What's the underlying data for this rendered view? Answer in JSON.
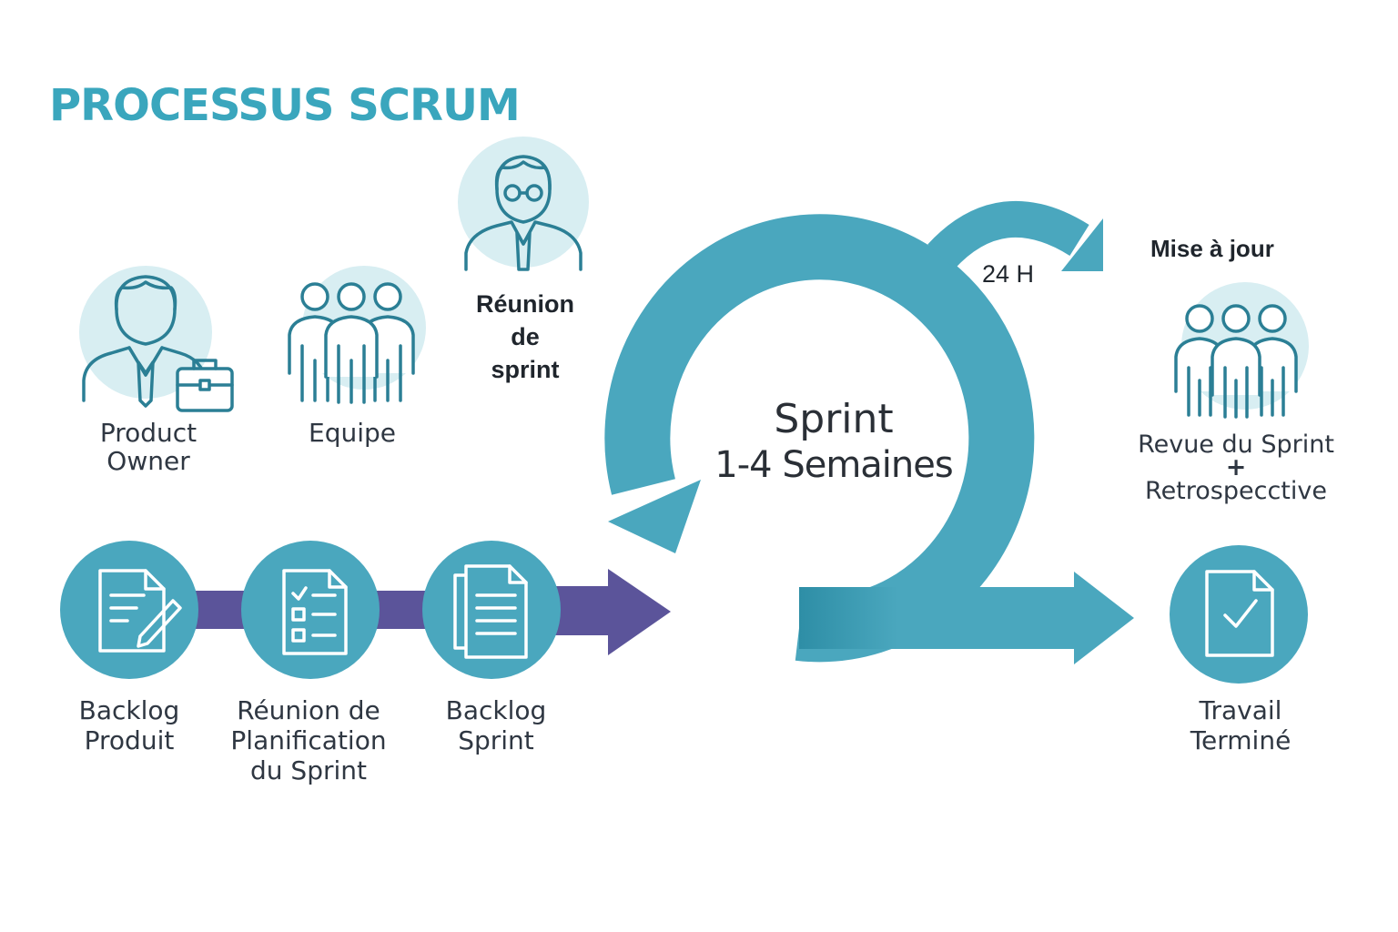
{
  "title": "PROCESSUS SCRUM",
  "roles": {
    "product_owner": "Product\nOwner",
    "team": "Equipe"
  },
  "daily_meeting": {
    "label": "Réunion\nde\nsprint",
    "interval": "24 H"
  },
  "update_label": "Mise à jour",
  "sprint": {
    "line1": "Sprint",
    "line2": "1-4 Semaines"
  },
  "review": {
    "line1": "Revue du Sprint",
    "plus": "+",
    "line2": "Retrospecctive"
  },
  "steps": [
    {
      "label": "Backlog\nProduit",
      "icon": "document-edit-icon"
    },
    {
      "label": "Réunion de\nPlanification\ndu Sprint",
      "icon": "checklist-icon"
    },
    {
      "label": "Backlog\nSprint",
      "icon": "documents-stack-icon"
    }
  ],
  "done": {
    "label": "Travail\nTerminé",
    "icon": "document-check-icon"
  },
  "colors": {
    "teal": "#4aa7be",
    "teal_dark": "#2b7f95",
    "title": "#3aa6bd",
    "purple": "#5b549a",
    "icon_bg": "#d8eef2",
    "icon_stroke": "#2b7f95"
  }
}
